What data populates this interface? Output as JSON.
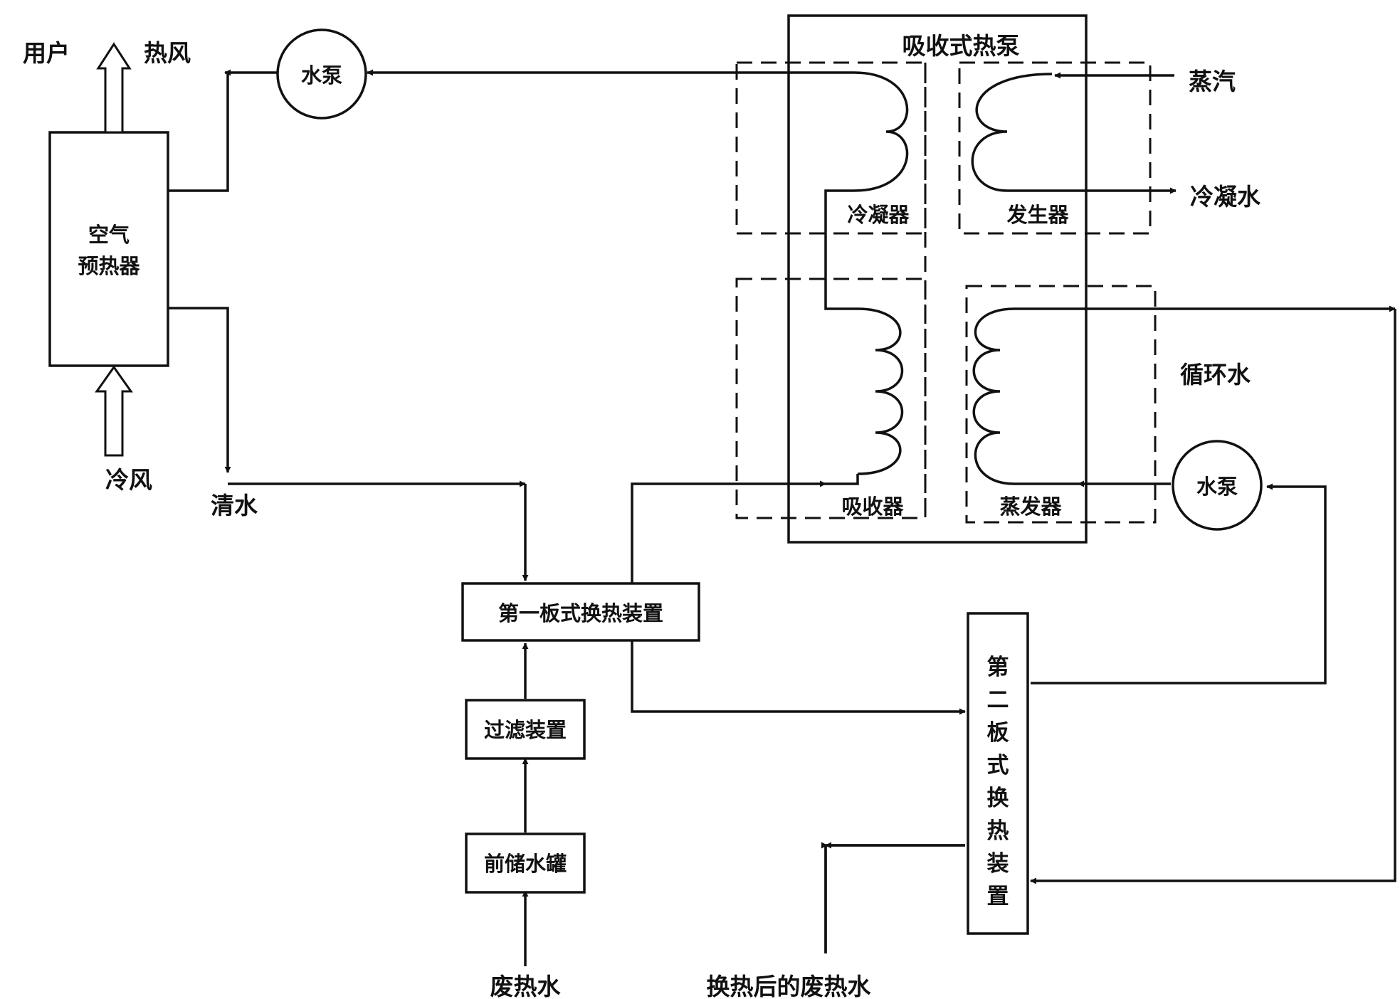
{
  "labels": {
    "user": "用户",
    "hot_air": "热风",
    "cold_air": "冷风",
    "air_preheater_line1": "空气",
    "air_preheater_line2": "预热器",
    "pump_top": "水泵",
    "pump_right": "水泵",
    "clean_water": "清水",
    "heat_pump_title": "吸收式热泵",
    "steam": "蒸汽",
    "condensate": "冷凝水",
    "condenser": "冷凝器",
    "generator": "发生器",
    "absorber": "吸收器",
    "evaporator": "蒸发器",
    "circulating_water": "循环水",
    "plate_hx_1": "第一板式换热装置",
    "filter": "过滤装置",
    "pre_storage_tank": "前储水罐",
    "waste_hot_water": "废热水",
    "plate_hx_2_chars": [
      "第",
      "二",
      "板",
      "式",
      "换",
      "热",
      "装",
      "置"
    ],
    "waste_water_after_hx": "换热后的废热水"
  }
}
